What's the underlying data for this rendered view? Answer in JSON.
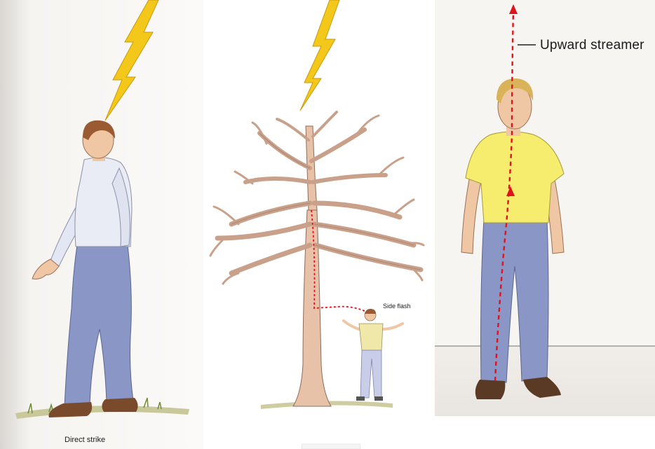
{
  "labels": {
    "direct_strike": "Direct strike",
    "side_flash": "Side flash",
    "upward_streamer": "Upward streamer"
  },
  "colors": {
    "lightning": "#f3c81a",
    "tree": "#e8c2a8",
    "tree_outline": "#8f6a58",
    "current_path": "#e0121a",
    "shirt_white": "#e9ecf5",
    "shirt_yellow": "#f6ec6e",
    "jeans": "#8996c6",
    "skin": "#efc7a4",
    "hair": "#9a5b33",
    "blond_hair": "#d9b25a",
    "shoes": "#7a4a2c",
    "panel_bg": "#f7f5f2"
  }
}
